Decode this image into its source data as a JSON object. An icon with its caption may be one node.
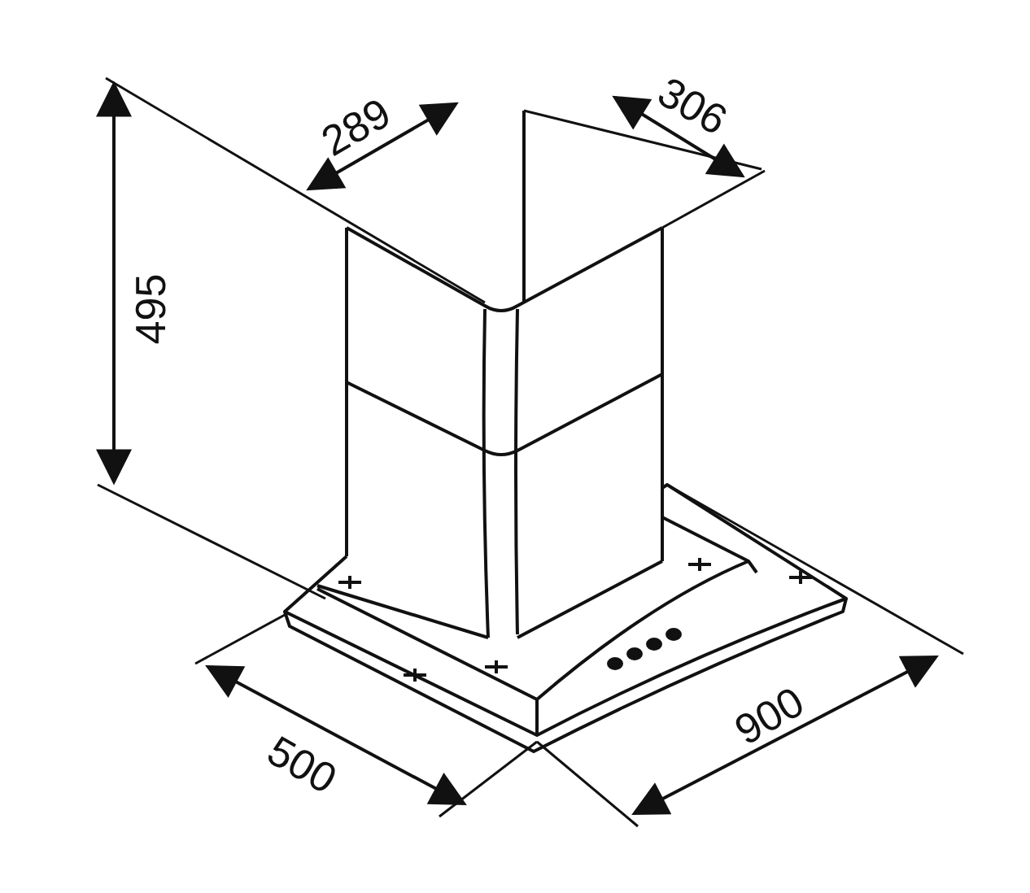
{
  "diagram": {
    "labels": [
      "289",
      "306",
      "495",
      "500",
      "900"
    ]
  }
}
